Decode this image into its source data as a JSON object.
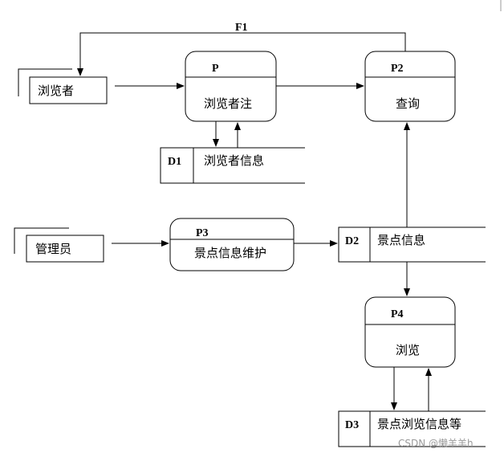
{
  "flows": {
    "f1_label": "F1"
  },
  "entities": {
    "browser": "浏览者",
    "admin": "管理员"
  },
  "processes": {
    "p_register": {
      "id": "P",
      "label": "浏览者注"
    },
    "p2": {
      "id": "P2",
      "label": "查询"
    },
    "p3": {
      "id": "P3",
      "label": "景点信息维护"
    },
    "p4": {
      "id": "P4",
      "label": "浏览"
    }
  },
  "stores": {
    "d1": {
      "id": "D1",
      "label": "浏览者信息"
    },
    "d2": {
      "id": "D2",
      "label": "景点信息"
    },
    "d3": {
      "id": "D3",
      "label": "景点浏览信息等"
    }
  },
  "watermark": "CSDN @懒羊羊h"
}
